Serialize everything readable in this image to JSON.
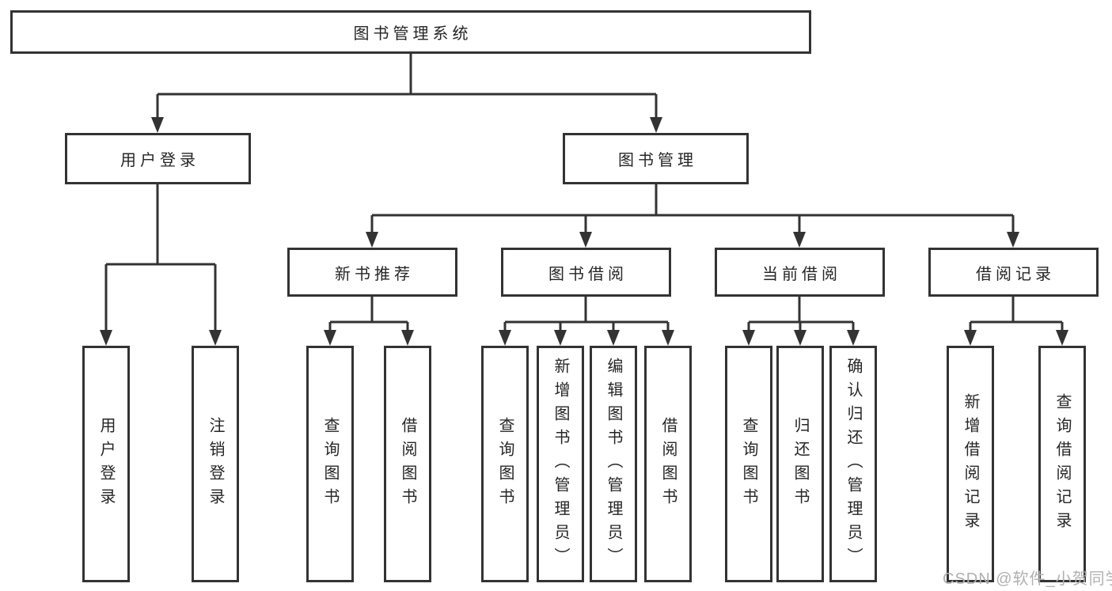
{
  "diagram": {
    "type": "hierarchy-tree",
    "root": {
      "label": "图书管理系统"
    },
    "tree": [
      {
        "label": "用户登录",
        "children": [
          {
            "label": "用户登录"
          },
          {
            "label": "注销登录"
          }
        ]
      },
      {
        "label": "图书管理",
        "children": [
          {
            "label": "新书推荐",
            "children": [
              {
                "label": "查询图书"
              },
              {
                "label": "借阅图书"
              }
            ]
          },
          {
            "label": "图书借阅",
            "children": [
              {
                "label": "查询图书"
              },
              {
                "label": "新增图书（管理员）"
              },
              {
                "label": "编辑图书（管理员）"
              },
              {
                "label": "借阅图书"
              }
            ]
          },
          {
            "label": "当前借阅",
            "children": [
              {
                "label": "查询图书"
              },
              {
                "label": "归还图书"
              },
              {
                "label": "确认归还（管理员）"
              }
            ]
          },
          {
            "label": "借阅记录",
            "children": [
              {
                "label": "新增借阅记录"
              },
              {
                "label": "查询借阅记录"
              }
            ]
          }
        ]
      }
    ]
  },
  "watermark": {
    "text": "CSDN @软件_小贺同学"
  },
  "colors": {
    "line": "#333333",
    "text": "#262626",
    "watermark": "#b0b0b0",
    "background": "#ffffff"
  }
}
